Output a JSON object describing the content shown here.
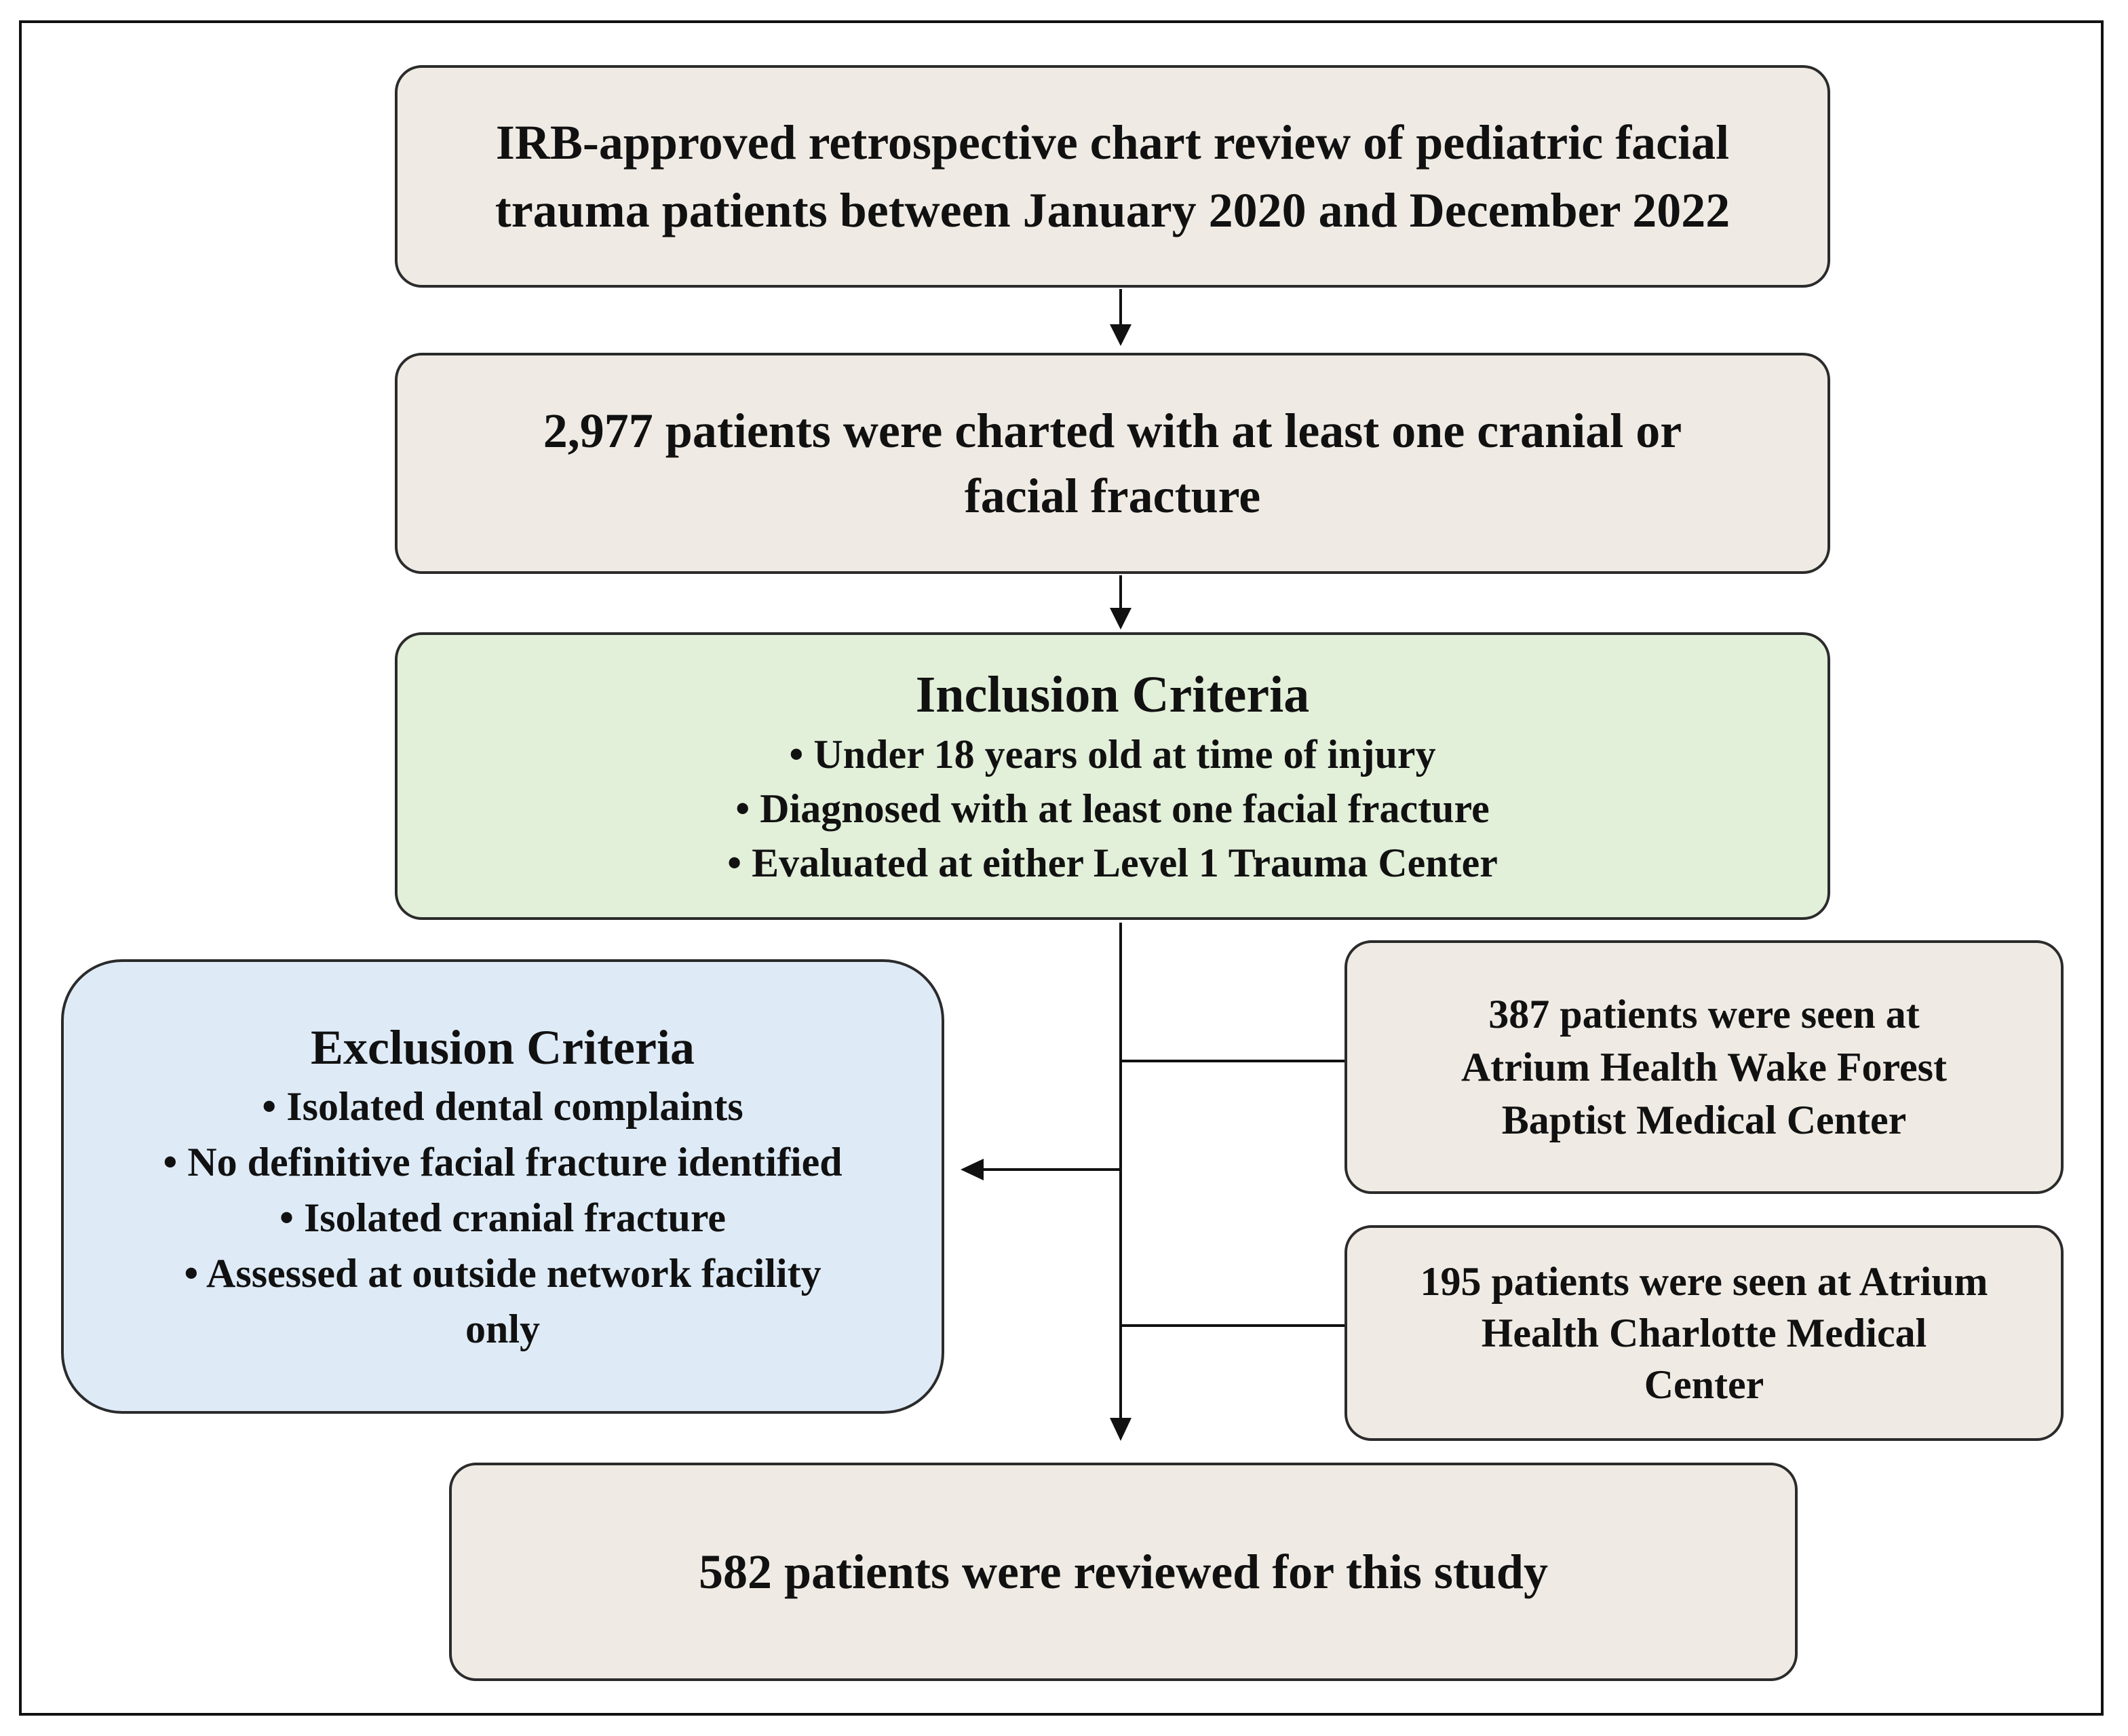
{
  "step1": {
    "lines": [
      "IRB-approved retrospective chart review of pediatric facial",
      "trauma patients between January 2020 and December 2022"
    ]
  },
  "step2": {
    "lines": [
      "2,977 patients were charted with at least one cranial or",
      "facial fracture"
    ]
  },
  "inclusion": {
    "title": "Inclusion Criteria",
    "items": [
      "• Under 18 years old at time of injury",
      "• Diagnosed with at least one facial fracture",
      "• Evaluated at either Level 1 Trauma Center"
    ]
  },
  "exclusion": {
    "title": "Exclusion Criteria",
    "items": [
      "• Isolated dental complaints",
      "• No definitive facial fracture identified",
      "• Isolated cranial fracture",
      "• Assessed at outside network facility",
      "only"
    ]
  },
  "site_wake_forest": {
    "lines": [
      "387 patients were seen at",
      "Atrium Health Wake Forest",
      "Baptist Medical Center"
    ]
  },
  "site_charlotte": {
    "lines": [
      "195 patients were seen at Atrium",
      "Health Charlotte Medical",
      "Center"
    ]
  },
  "final": {
    "text": "582 patients were reviewed for this study"
  },
  "colors": {
    "box_beige": "#efebe4",
    "box_green": "#e2efd9",
    "box_blue": "#deebf7",
    "stroke": "#2b2b2b"
  }
}
